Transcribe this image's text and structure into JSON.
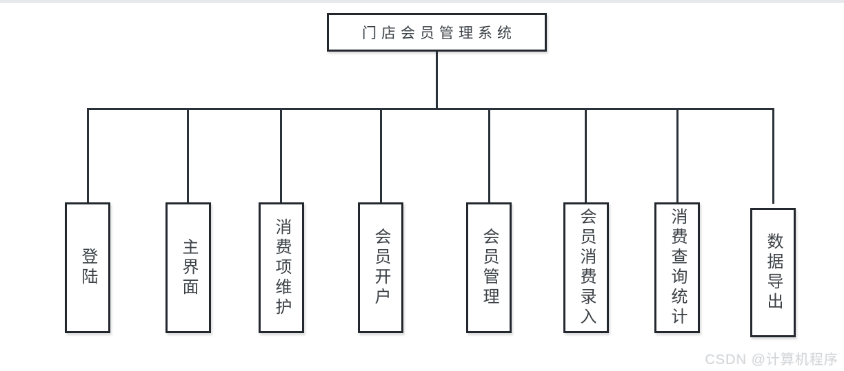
{
  "page": {
    "background": "#ffffff",
    "top_strip_color": "#e6e8eb"
  },
  "diagram": {
    "type": "hierarchy-tree",
    "line_color": "#2b3138",
    "box_border_color": "#23282e",
    "text_color": "#3c4247",
    "root": {
      "label": "门店会员管理系统"
    },
    "children": [
      {
        "label": "登陆"
      },
      {
        "label": "主界面"
      },
      {
        "label": "消费项维护"
      },
      {
        "label": "会员开户"
      },
      {
        "label": "会员管理"
      },
      {
        "label": "会员消费录入"
      },
      {
        "label": "消费查询统计"
      },
      {
        "label": "数据导出"
      }
    ]
  },
  "watermark": {
    "text": "CSDN @计算机程序",
    "color": "#d2d5d8"
  }
}
